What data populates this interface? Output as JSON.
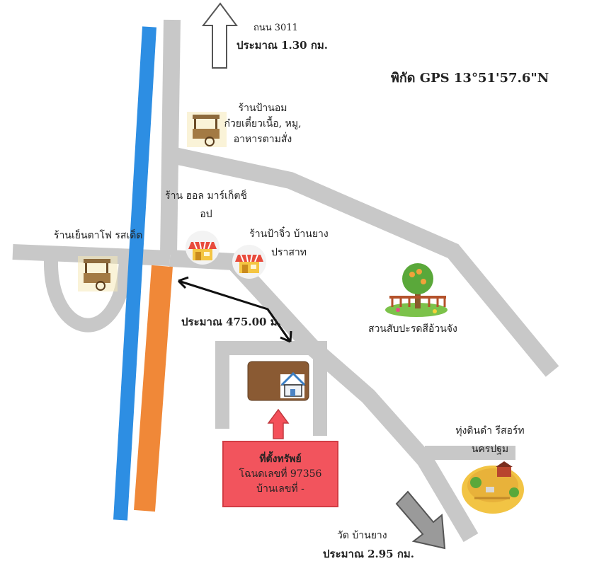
{
  "map": {
    "gps_label": "พิกัด GPS 13°51'57.6\"N",
    "north_route": {
      "road": "ถนน 3011",
      "distance": "ประมาณ 1.30 กม."
    },
    "south_route": {
      "destination": "วัด บ้านยาง",
      "distance": "ประมาณ 2.95 กม."
    },
    "side_distance": "ประมาณ 475.00 ม.",
    "landmarks": {
      "noodle_shop": {
        "lines": [
          "ร้านป้านอม",
          "ก๋วยเตี๋ยวเนื้อ, หมู,",
          "อาหารตามสั่ง"
        ],
        "icon": "food-cart-icon"
      },
      "mini_mart": {
        "lines": [
          "ร้าน ฮอล มาร์เก็ตช็",
          "อป"
        ],
        "icon": "shop-icon"
      },
      "aunt_shop": {
        "lines": [
          "ร้านป้าจิ๋ว บ้านยาง",
          "ปราสาท"
        ],
        "icon": "shop-icon"
      },
      "cold_drink_shop": {
        "label": "ร้านเย็นตาโฟ รสเด็ด",
        "icon": "food-cart-icon"
      },
      "orchard": {
        "label": "สวนสับปะรดสีอ้วนจัง",
        "icon": "garden-icon"
      },
      "resort": {
        "lines": [
          "ทุ่งดินดำ รีสอร์ท",
          "นครปฐม"
        ],
        "icon": "farm-icon"
      }
    },
    "property": {
      "lines": [
        "ที่ตั้งทรัพย์",
        "โฉนดเลขที่ 97356",
        "บ้านเลขที่ -"
      ],
      "icon": "house-icon"
    },
    "colors": {
      "road": "#c8c8c8",
      "canal": "#2d8ee3",
      "orange_road": "#f08838",
      "arrow_red": "#f4505a",
      "arrow_gray": "#9a9a9a"
    }
  }
}
